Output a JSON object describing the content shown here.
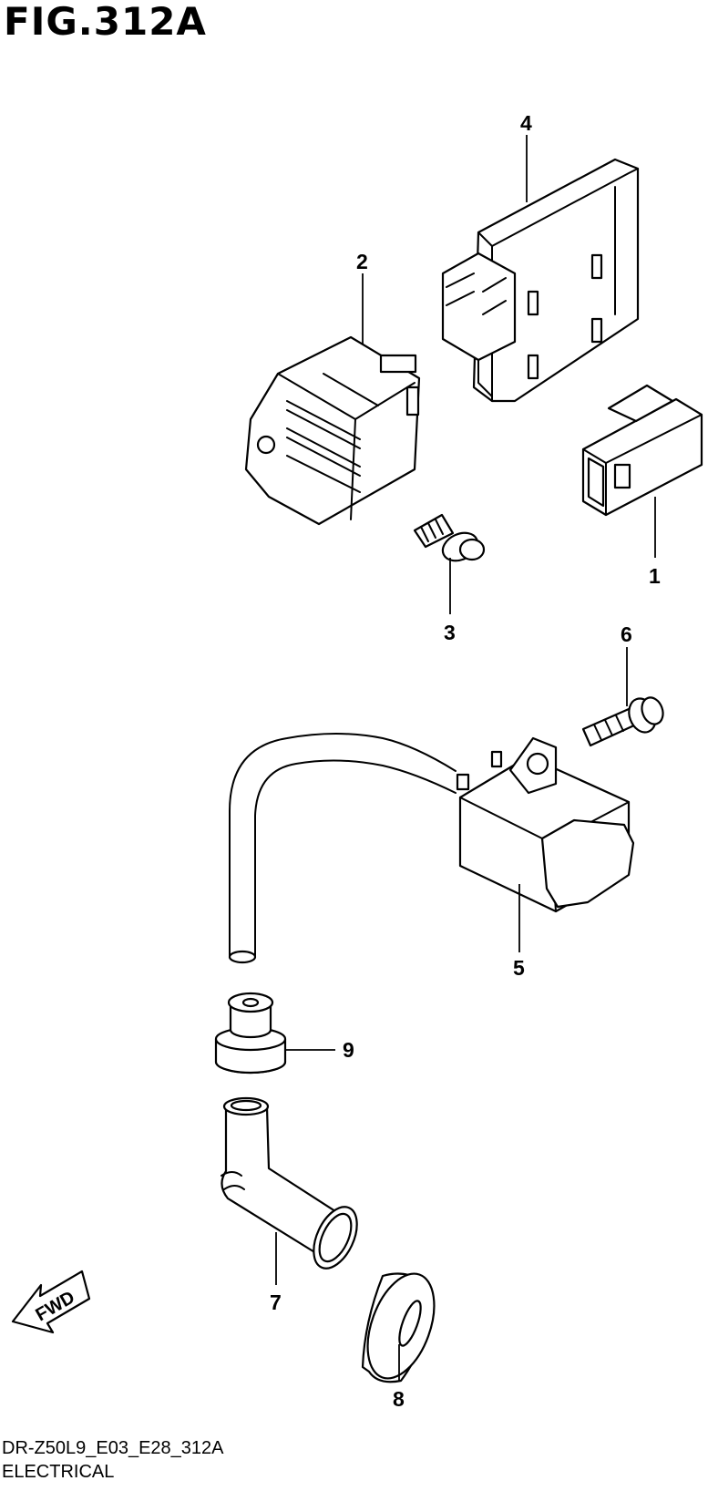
{
  "header": {
    "figure_title": "FIG.312A"
  },
  "callouts": [
    "1",
    "2",
    "3",
    "4",
    "5",
    "6",
    "7",
    "8",
    "9"
  ],
  "fwd_label": "FWD",
  "footer": {
    "model_code": "DR-Z50L9_E03_E28_312A",
    "section_name": "ELECTRICAL"
  }
}
